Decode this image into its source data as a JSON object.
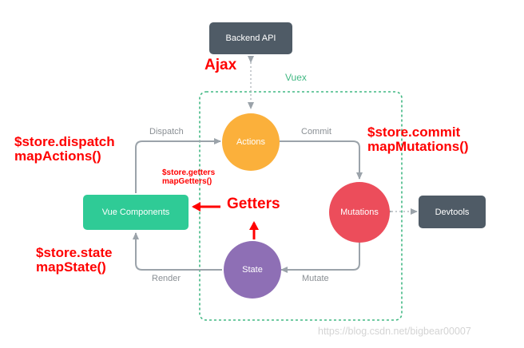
{
  "nodes": {
    "backend_api": "Backend API",
    "actions": "Actions",
    "mutations": "Mutations",
    "state": "State",
    "vue_components": "Vue Components",
    "devtools": "Devtools"
  },
  "edges": {
    "dispatch": "Dispatch",
    "commit": "Commit",
    "mutate": "Mutate",
    "render": "Render"
  },
  "vuex_label": "Vuex",
  "annotations": {
    "ajax": "Ajax",
    "dispatch_1": "$store.dispatch",
    "dispatch_2": "mapActions()",
    "commit_1": "$store.commit",
    "commit_2": "mapMutations()",
    "getters_small_1": "$store.getters",
    "getters_small_2": "mapGetters()",
    "getters": "Getters",
    "state_1": "$store.state",
    "state_2": "mapState()"
  },
  "watermark": "https://blog.csdn.net/bigbear00007",
  "colors": {
    "actions": "#fbb03b",
    "mutations": "#ec4d5b",
    "state": "#8e6fb5",
    "vue_components": "#2fcb96",
    "dark_box": "#4f5b66",
    "vuex_border": "#41b883",
    "arrow": "#9ba3aa",
    "annotation": "#ff0000"
  }
}
